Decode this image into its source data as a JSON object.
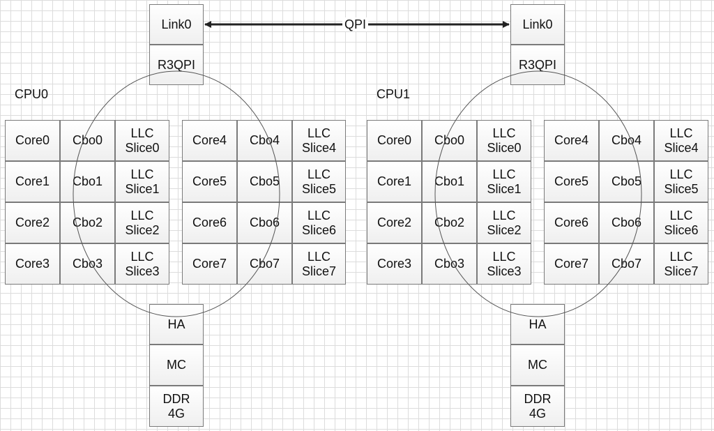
{
  "qpi_label": "QPI",
  "cpus": [
    {
      "label": "CPU0",
      "link": "Link0",
      "r3qpi": "R3QPI",
      "ha": "HA",
      "mc": "MC",
      "ddr": "DDR\n4G",
      "groups": [
        {
          "rows": [
            {
              "core": "Core0",
              "cbo": "Cbo0",
              "llc": "LLC\nSlice0"
            },
            {
              "core": "Core1",
              "cbo": "Cbo1",
              "llc": "LLC\nSlice1"
            },
            {
              "core": "Core2",
              "cbo": "Cbo2",
              "llc": "LLC\nSlice2"
            },
            {
              "core": "Core3",
              "cbo": "Cbo3",
              "llc": "LLC\nSlice3"
            }
          ]
        },
        {
          "rows": [
            {
              "core": "Core4",
              "cbo": "Cbo4",
              "llc": "LLC\nSlice4"
            },
            {
              "core": "Core5",
              "cbo": "Cbo5",
              "llc": "LLC\nSlice5"
            },
            {
              "core": "Core6",
              "cbo": "Cbo6",
              "llc": "LLC\nSlice6"
            },
            {
              "core": "Core7",
              "cbo": "Cbo7",
              "llc": "LLC\nSlice7"
            }
          ]
        }
      ]
    },
    {
      "label": "CPU1",
      "link": "Link0",
      "r3qpi": "R3QPI",
      "ha": "HA",
      "mc": "MC",
      "ddr": "DDR\n4G",
      "groups": [
        {
          "rows": [
            {
              "core": "Core0",
              "cbo": "Cbo0",
              "llc": "LLC\nSlice0"
            },
            {
              "core": "Core1",
              "cbo": "Cbo1",
              "llc": "LLC\nSlice1"
            },
            {
              "core": "Core2",
              "cbo": "Cbo2",
              "llc": "LLC\nSlice2"
            },
            {
              "core": "Core3",
              "cbo": "Cbo3",
              "llc": "LLC\nSlice3"
            }
          ]
        },
        {
          "rows": [
            {
              "core": "Core4",
              "cbo": "Cbo4",
              "llc": "LLC\nSlice4"
            },
            {
              "core": "Core5",
              "cbo": "Cbo5",
              "llc": "LLC\nSlice5"
            },
            {
              "core": "Core6",
              "cbo": "Cbo6",
              "llc": "LLC\nSlice6"
            },
            {
              "core": "Core7",
              "cbo": "Cbo7",
              "llc": "LLC\nSlice7"
            }
          ]
        }
      ]
    }
  ]
}
